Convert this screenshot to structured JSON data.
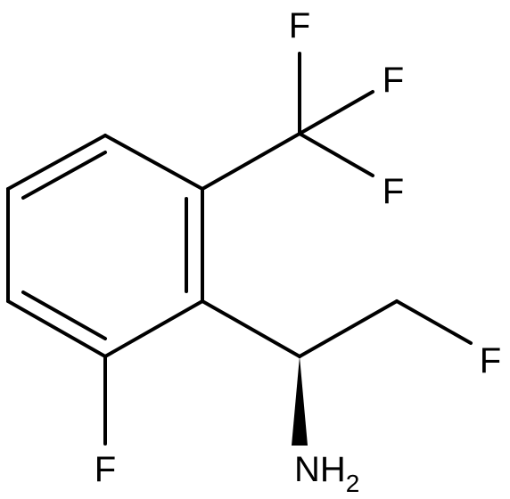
{
  "atoms": {
    "f_top": "F",
    "f_right_upper": "F",
    "f_right_lower": "F",
    "f_side_chain": "F",
    "f_ring": "F",
    "amine_n": "NH",
    "amine_subscript": "2"
  }
}
